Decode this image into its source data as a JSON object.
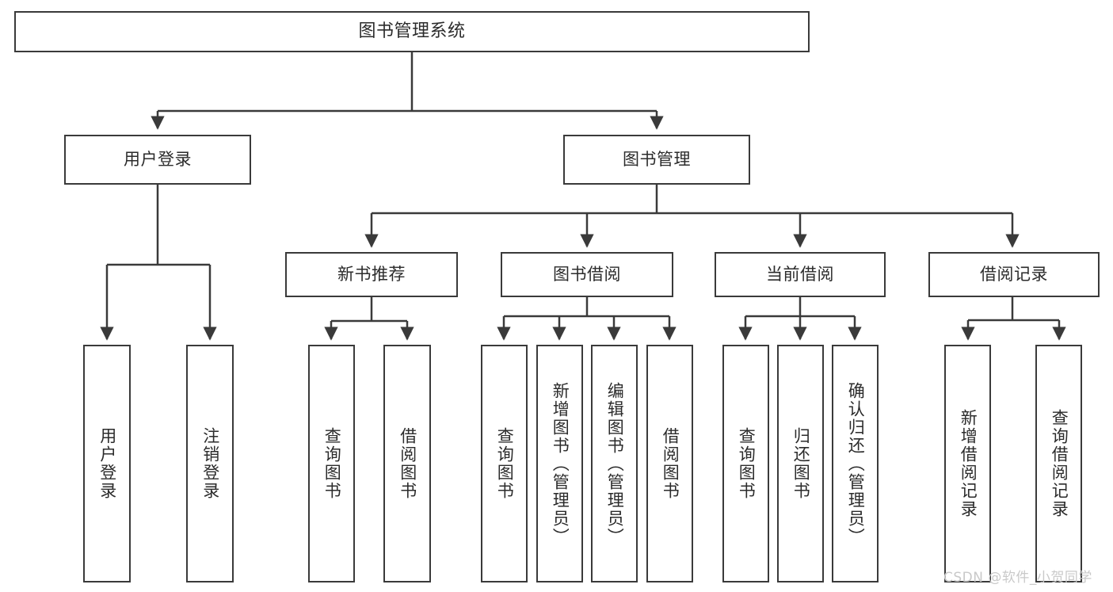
{
  "diagram": {
    "title": "图书管理系统",
    "type": "tree-hierarchy-diagram",
    "watermark": "CSDN @软件_小贺同学",
    "colors": {
      "stroke": "#3a3a3a",
      "fill": "#ffffff",
      "text": "#2b2b2b",
      "watermark": "#c9c9c9"
    },
    "nodes": {
      "root": {
        "label": "图书管理系统",
        "level": 1,
        "orientation": "horizontal"
      },
      "level2": [
        {
          "id": "user-login",
          "label": "用户登录",
          "orientation": "horizontal"
        },
        {
          "id": "book-management",
          "label": "图书管理",
          "orientation": "horizontal"
        }
      ],
      "level3": [
        {
          "id": "new-book-recommend",
          "label": "新书推荐",
          "orientation": "horizontal"
        },
        {
          "id": "book-borrow",
          "label": "图书借阅",
          "orientation": "horizontal"
        },
        {
          "id": "current-borrow",
          "label": "当前借阅",
          "orientation": "horizontal"
        },
        {
          "id": "borrow-record",
          "label": "借阅记录",
          "orientation": "horizontal"
        }
      ],
      "leaves": {
        "user-login": [
          {
            "id": "leaf-user-login",
            "label": "用户登录",
            "orientation": "vertical"
          },
          {
            "id": "leaf-user-logout",
            "label": "注销登录",
            "orientation": "vertical"
          }
        ],
        "new-book-recommend": [
          {
            "id": "leaf-query-book-1",
            "label": "查询图书",
            "orientation": "vertical"
          },
          {
            "id": "leaf-borrow-book-1",
            "label": "借阅图书",
            "orientation": "vertical"
          }
        ],
        "book-borrow": [
          {
            "id": "leaf-query-book-2",
            "label": "查询图书",
            "orientation": "vertical"
          },
          {
            "id": "leaf-add-book",
            "label": "新增图书（管理员）",
            "orientation": "vertical"
          },
          {
            "id": "leaf-edit-book",
            "label": "编辑图书（管理员）",
            "orientation": "vertical"
          },
          {
            "id": "leaf-borrow-book-2",
            "label": "借阅图书",
            "orientation": "vertical"
          }
        ],
        "current-borrow": [
          {
            "id": "leaf-query-book-3",
            "label": "查询图书",
            "orientation": "vertical"
          },
          {
            "id": "leaf-return-book",
            "label": "归还图书",
            "orientation": "vertical"
          },
          {
            "id": "leaf-confirm-return",
            "label": "确认归还（管理员）",
            "orientation": "vertical"
          }
        ],
        "borrow-record": [
          {
            "id": "leaf-add-record",
            "label": "新增借阅记录",
            "orientation": "vertical"
          },
          {
            "id": "leaf-query-record",
            "label": "查询借阅记录",
            "orientation": "vertical"
          }
        ]
      }
    }
  }
}
